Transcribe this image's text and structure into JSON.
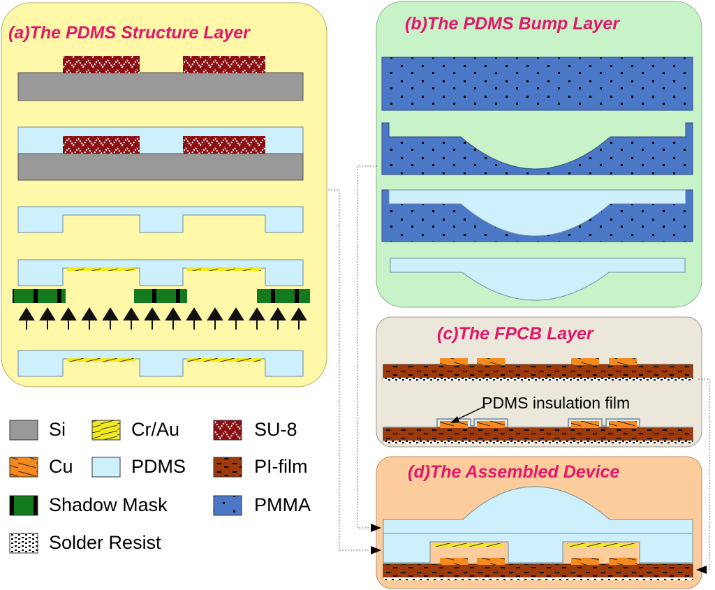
{
  "panels": {
    "a": {
      "title": "(a)The PDMS Structure Layer"
    },
    "b": {
      "title": "(b)The PDMS Bump Layer"
    },
    "c": {
      "title": "(c)The FPCB Layer"
    },
    "d": {
      "title": "(d)The Assembled Device"
    }
  },
  "annotation": {
    "insulation": "PDMS insulation film"
  },
  "legend": {
    "si": "Si",
    "crau": "Cr/Au",
    "su8": "SU-8",
    "cu": "Cu",
    "pdms": "PDMS",
    "pifilm": "PI-film",
    "mask": "Shadow Mask",
    "pmma": "PMMA",
    "resist": "Solder Resist"
  },
  "colors": {
    "title": "#e3176a",
    "panel_a": "#fff8a8",
    "panel_b": "#c8f2c8",
    "panel_c": "#ebe7da",
    "panel_d": "#fccc9c",
    "si": "#999999",
    "pdms": "#cdf0fc",
    "su8": "#8b0f12",
    "crau": "#f2ea1e",
    "cu": "#f58a1f",
    "pi": "#9c3a0c",
    "mask": "#137a1e",
    "pmma": "#4a77c6"
  }
}
